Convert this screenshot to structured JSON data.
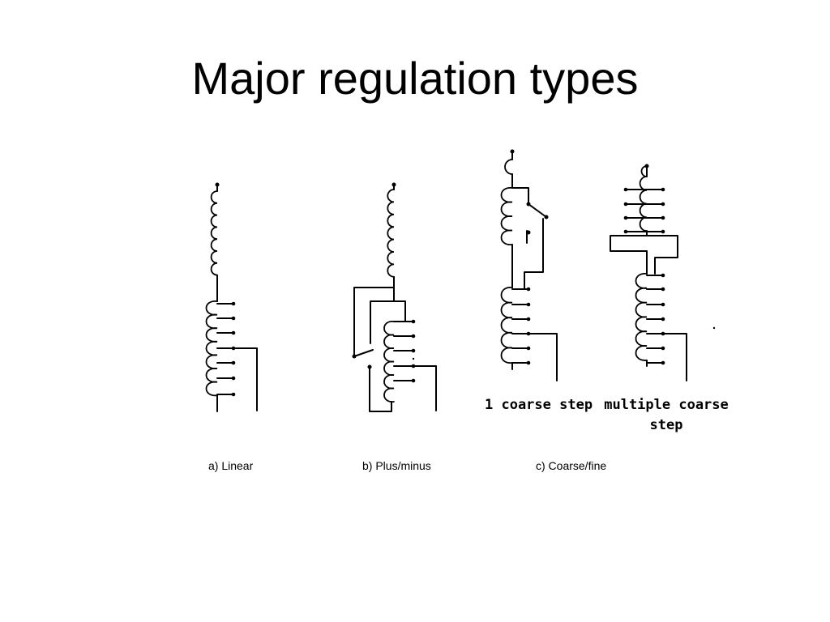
{
  "slide": {
    "title": "Major regulation types"
  },
  "diagram": {
    "captions": {
      "linear": "a) Linear",
      "plus_minus": "b) Plus/minus",
      "coarse_fine": "c) Coarse/fine"
    },
    "labels": {
      "one_coarse_step": "1 coarse step",
      "multiple_coarse_line1": "multiple coarse",
      "multiple_coarse_line2": "step"
    }
  }
}
